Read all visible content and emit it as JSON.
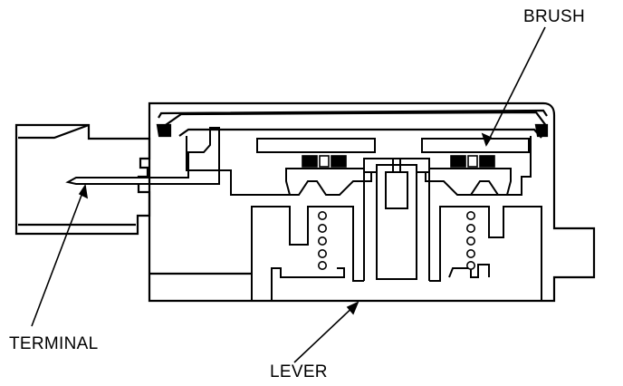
{
  "diagram": {
    "labels": {
      "brush": "BRUSH",
      "terminal": "TERMINAL",
      "lever": "LEVER"
    },
    "colors": {
      "ink": "#000000",
      "paper": "#ffffff"
    }
  }
}
